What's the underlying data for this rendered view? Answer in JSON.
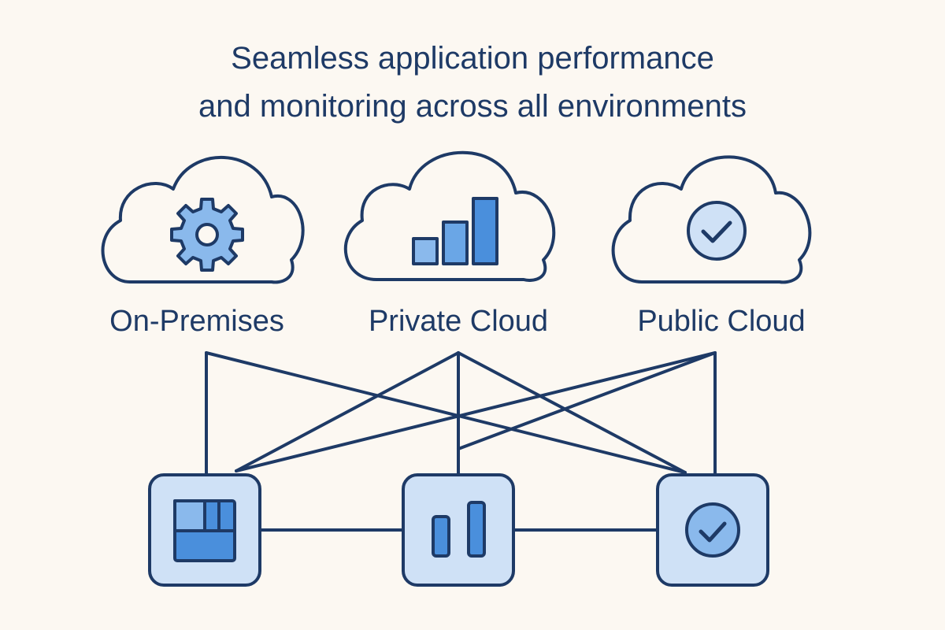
{
  "title": {
    "line1": "Seamless application performance",
    "line2": "and monitoring across all environments"
  },
  "environments": [
    {
      "label": "On-Premises",
      "icon": "gear-icon"
    },
    {
      "label": "Private Cloud",
      "icon": "bar-chart-icon"
    },
    {
      "label": "Public Cloud",
      "icon": "check-circle-icon"
    }
  ],
  "nodes": [
    {
      "icon": "dashboard-grid-icon"
    },
    {
      "icon": "bar-chart-icon"
    },
    {
      "icon": "check-circle-icon"
    }
  ],
  "colors": {
    "background": "#fcf8f2",
    "line": "#1e3a66",
    "accent": "#4a8fdc",
    "fill_light": "#cfe1f6",
    "fill_mid": "#8ab9ec"
  }
}
